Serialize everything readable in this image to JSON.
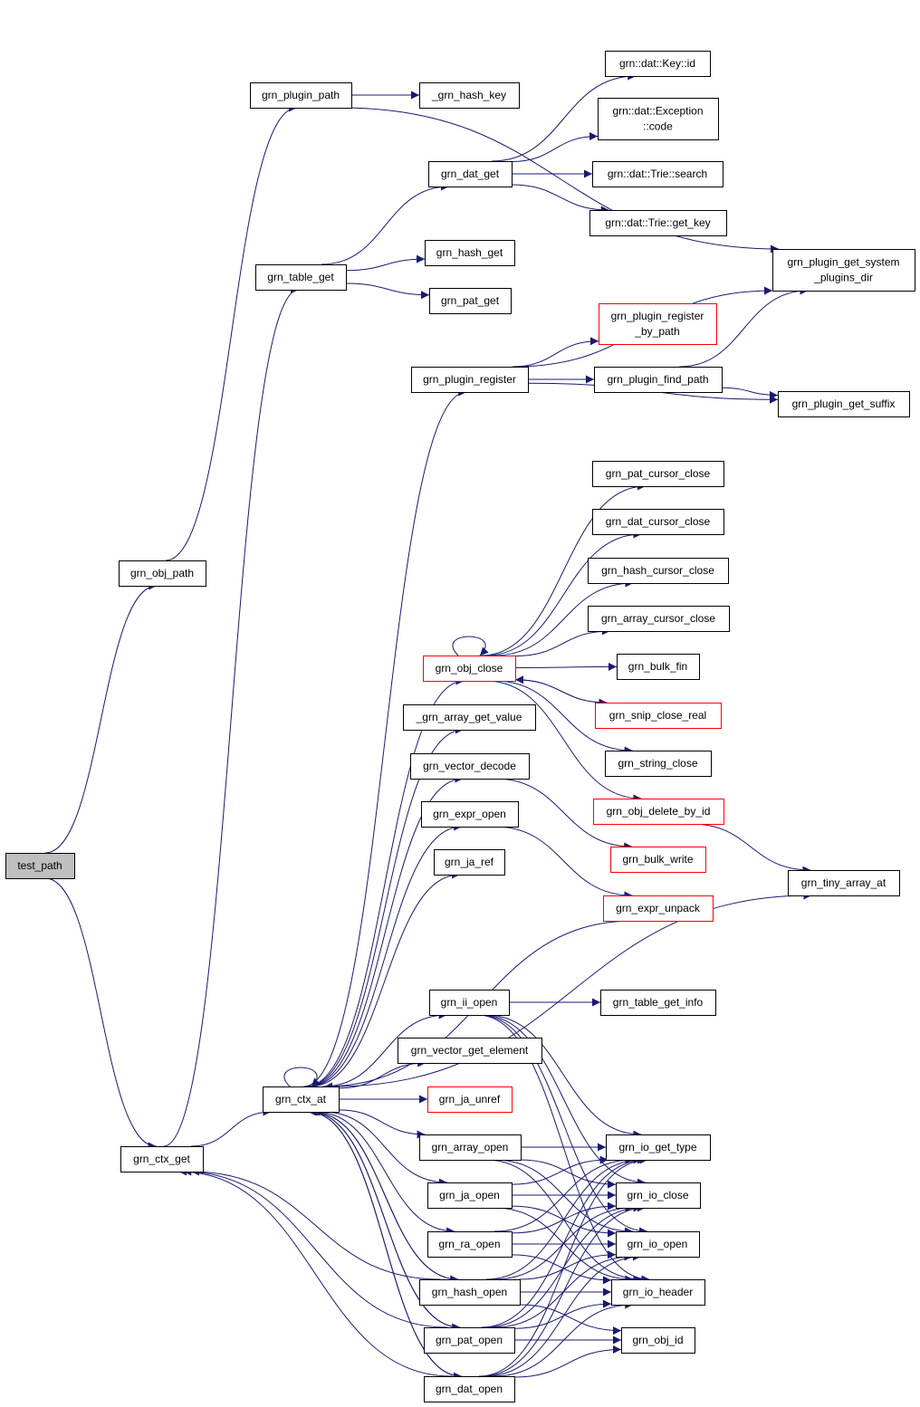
{
  "colors": {
    "edge": "#191970",
    "node_border": "#000000",
    "external_border": "#ff0000",
    "root_fill": "#bfbfbf",
    "background": "#ffffff"
  },
  "nodes": [
    {
      "id": "test_path",
      "lines": [
        "test_path"
      ],
      "root": true
    },
    {
      "id": "grn_obj_path",
      "lines": [
        "grn_obj_path"
      ]
    },
    {
      "id": "grn_ctx_get",
      "lines": [
        "grn_ctx_get"
      ]
    },
    {
      "id": "grn_plugin_path",
      "lines": [
        "grn_plugin_path"
      ]
    },
    {
      "id": "_grn_hash_key",
      "lines": [
        "_grn_hash_key"
      ]
    },
    {
      "id": "grn_table_get",
      "lines": [
        "grn_table_get"
      ]
    },
    {
      "id": "grn_ctx_at",
      "lines": [
        "grn_ctx_at"
      ]
    },
    {
      "id": "grn_dat_get",
      "lines": [
        "grn_dat_get"
      ]
    },
    {
      "id": "grn_hash_get",
      "lines": [
        "grn_hash_get"
      ]
    },
    {
      "id": "grn_pat_get",
      "lines": [
        "grn_pat_get"
      ]
    },
    {
      "id": "key_id",
      "lines": [
        "grn::dat::Key::id"
      ]
    },
    {
      "id": "exc_code",
      "lines": [
        "grn::dat::Exception",
        "::code"
      ]
    },
    {
      "id": "trie_search",
      "lines": [
        "grn::dat::Trie::search"
      ]
    },
    {
      "id": "trie_get_key",
      "lines": [
        "grn::dat::Trie::get_key"
      ]
    },
    {
      "id": "plugin_sys_dir",
      "lines": [
        "grn_plugin_get_system",
        "_plugins_dir"
      ]
    },
    {
      "id": "plugin_reg_by_path",
      "lines": [
        "grn_plugin_register",
        "_by_path"
      ],
      "external": true
    },
    {
      "id": "grn_plugin_register",
      "lines": [
        "grn_plugin_register"
      ]
    },
    {
      "id": "grn_plugin_find_path",
      "lines": [
        "grn_plugin_find_path"
      ]
    },
    {
      "id": "grn_plugin_get_suffix",
      "lines": [
        "grn_plugin_get_suffix"
      ]
    },
    {
      "id": "pat_cursor_close",
      "lines": [
        "grn_pat_cursor_close"
      ]
    },
    {
      "id": "dat_cursor_close",
      "lines": [
        "grn_dat_cursor_close"
      ]
    },
    {
      "id": "hash_cursor_close",
      "lines": [
        "grn_hash_cursor_close"
      ]
    },
    {
      "id": "array_cursor_close",
      "lines": [
        "grn_array_cursor_close"
      ]
    },
    {
      "id": "grn_obj_close",
      "lines": [
        "grn_obj_close"
      ],
      "external": true
    },
    {
      "id": "grn_bulk_fin",
      "lines": [
        "grn_bulk_fin"
      ]
    },
    {
      "id": "snip_close_real",
      "lines": [
        "grn_snip_close_real"
      ],
      "external": true
    },
    {
      "id": "string_close",
      "lines": [
        "grn_string_close"
      ]
    },
    {
      "id": "obj_delete_by_id",
      "lines": [
        "grn_obj_delete_by_id"
      ],
      "external": true
    },
    {
      "id": "bulk_write",
      "lines": [
        "grn_bulk_write"
      ],
      "external": true
    },
    {
      "id": "expr_unpack",
      "lines": [
        "grn_expr_unpack"
      ],
      "external": true
    },
    {
      "id": "tiny_array_at",
      "lines": [
        "grn_tiny_array_at"
      ]
    },
    {
      "id": "array_get_value",
      "lines": [
        "_grn_array_get_value"
      ]
    },
    {
      "id": "vector_decode",
      "lines": [
        "grn_vector_decode"
      ]
    },
    {
      "id": "expr_open",
      "lines": [
        "grn_expr_open"
      ]
    },
    {
      "id": "ja_ref",
      "lines": [
        "grn_ja_ref"
      ]
    },
    {
      "id": "ii_open",
      "lines": [
        "grn_ii_open"
      ]
    },
    {
      "id": "table_get_info",
      "lines": [
        "grn_table_get_info"
      ]
    },
    {
      "id": "vector_get_element",
      "lines": [
        "grn_vector_get_element"
      ]
    },
    {
      "id": "ja_unref",
      "lines": [
        "grn_ja_unref"
      ],
      "external": true
    },
    {
      "id": "array_open",
      "lines": [
        "grn_array_open"
      ]
    },
    {
      "id": "io_get_type",
      "lines": [
        "grn_io_get_type"
      ]
    },
    {
      "id": "ja_open",
      "lines": [
        "grn_ja_open"
      ]
    },
    {
      "id": "io_close",
      "lines": [
        "grn_io_close"
      ]
    },
    {
      "id": "ra_open",
      "lines": [
        "grn_ra_open"
      ]
    },
    {
      "id": "io_open",
      "lines": [
        "grn_io_open"
      ]
    },
    {
      "id": "hash_open",
      "lines": [
        "grn_hash_open"
      ]
    },
    {
      "id": "io_header",
      "lines": [
        "grn_io_header"
      ]
    },
    {
      "id": "pat_open",
      "lines": [
        "grn_pat_open"
      ]
    },
    {
      "id": "obj_id",
      "lines": [
        "grn_obj_id"
      ]
    },
    {
      "id": "dat_open",
      "lines": [
        "grn_dat_open"
      ]
    }
  ],
  "edges": [
    [
      "test_path",
      "grn_obj_path"
    ],
    [
      "test_path",
      "grn_ctx_get"
    ],
    [
      "grn_obj_path",
      "grn_plugin_path"
    ],
    [
      "grn_plugin_path",
      "_grn_hash_key"
    ],
    [
      "grn_plugin_path",
      "plugin_sys_dir"
    ],
    [
      "grn_ctx_get",
      "grn_table_get"
    ],
    [
      "grn_ctx_get",
      "grn_ctx_at"
    ],
    [
      "grn_table_get",
      "grn_dat_get"
    ],
    [
      "grn_table_get",
      "grn_hash_get"
    ],
    [
      "grn_table_get",
      "grn_pat_get"
    ],
    [
      "grn_dat_get",
      "key_id"
    ],
    [
      "grn_dat_get",
      "exc_code"
    ],
    [
      "grn_dat_get",
      "trie_search"
    ],
    [
      "grn_dat_get",
      "trie_get_key"
    ],
    [
      "grn_ctx_at",
      "grn_plugin_register"
    ],
    [
      "grn_plugin_register",
      "plugin_sys_dir"
    ],
    [
      "grn_plugin_register",
      "plugin_reg_by_path"
    ],
    [
      "grn_plugin_register",
      "grn_plugin_find_path"
    ],
    [
      "grn_plugin_register",
      "grn_plugin_get_suffix"
    ],
    [
      "grn_plugin_find_path",
      "plugin_sys_dir"
    ],
    [
      "grn_plugin_find_path",
      "grn_plugin_get_suffix"
    ],
    [
      "grn_ctx_at",
      "grn_ctx_at"
    ],
    [
      "grn_ctx_at",
      "grn_obj_close"
    ],
    [
      "grn_obj_close",
      "grn_obj_close"
    ],
    [
      "grn_obj_close",
      "pat_cursor_close"
    ],
    [
      "grn_obj_close",
      "dat_cursor_close"
    ],
    [
      "grn_obj_close",
      "hash_cursor_close"
    ],
    [
      "grn_obj_close",
      "array_cursor_close"
    ],
    [
      "grn_obj_close",
      "grn_bulk_fin"
    ],
    [
      "grn_obj_close",
      "snip_close_real"
    ],
    [
      "snip_close_real",
      "grn_obj_close"
    ],
    [
      "grn_obj_close",
      "string_close"
    ],
    [
      "grn_obj_close",
      "obj_delete_by_id"
    ],
    [
      "obj_delete_by_id",
      "tiny_array_at"
    ],
    [
      "grn_ctx_at",
      "array_get_value"
    ],
    [
      "grn_ctx_at",
      "vector_decode"
    ],
    [
      "vector_decode",
      "bulk_write"
    ],
    [
      "grn_ctx_at",
      "expr_open"
    ],
    [
      "expr_open",
      "expr_unpack"
    ],
    [
      "expr_unpack",
      "grn_ctx_at"
    ],
    [
      "grn_ctx_at",
      "ja_ref"
    ],
    [
      "grn_ctx_at",
      "tiny_array_at"
    ],
    [
      "grn_ctx_at",
      "ii_open"
    ],
    [
      "ii_open",
      "table_get_info"
    ],
    [
      "ii_open",
      "io_get_type"
    ],
    [
      "ii_open",
      "io_close"
    ],
    [
      "ii_open",
      "io_open"
    ],
    [
      "ii_open",
      "io_header"
    ],
    [
      "grn_ctx_at",
      "vector_get_element"
    ],
    [
      "grn_ctx_at",
      "ja_unref"
    ],
    [
      "grn_ctx_at",
      "array_open"
    ],
    [
      "array_open",
      "io_get_type"
    ],
    [
      "array_open",
      "io_close"
    ],
    [
      "array_open",
      "io_open"
    ],
    [
      "array_open",
      "io_header"
    ],
    [
      "grn_ctx_at",
      "ja_open"
    ],
    [
      "ja_open",
      "io_get_type"
    ],
    [
      "ja_open",
      "io_close"
    ],
    [
      "ja_open",
      "io_open"
    ],
    [
      "ja_open",
      "io_header"
    ],
    [
      "grn_ctx_at",
      "ra_open"
    ],
    [
      "ra_open",
      "io_get_type"
    ],
    [
      "ra_open",
      "io_close"
    ],
    [
      "ra_open",
      "io_open"
    ],
    [
      "ra_open",
      "io_header"
    ],
    [
      "grn_ctx_at",
      "hash_open"
    ],
    [
      "hash_open",
      "io_get_type"
    ],
    [
      "hash_open",
      "io_close"
    ],
    [
      "hash_open",
      "io_open"
    ],
    [
      "hash_open",
      "io_header"
    ],
    [
      "hash_open",
      "obj_id"
    ],
    [
      "hash_open",
      "grn_ctx_at"
    ],
    [
      "hash_open",
      "grn_ctx_get"
    ],
    [
      "grn_ctx_at",
      "pat_open"
    ],
    [
      "pat_open",
      "io_get_type"
    ],
    [
      "pat_open",
      "io_close"
    ],
    [
      "pat_open",
      "io_open"
    ],
    [
      "pat_open",
      "io_header"
    ],
    [
      "pat_open",
      "obj_id"
    ],
    [
      "pat_open",
      "grn_ctx_at"
    ],
    [
      "pat_open",
      "grn_ctx_get"
    ],
    [
      "grn_ctx_at",
      "dat_open"
    ],
    [
      "dat_open",
      "io_get_type"
    ],
    [
      "dat_open",
      "io_close"
    ],
    [
      "dat_open",
      "io_open"
    ],
    [
      "dat_open",
      "io_header"
    ],
    [
      "dat_open",
      "obj_id"
    ],
    [
      "dat_open",
      "grn_ctx_at"
    ],
    [
      "dat_open",
      "grn_ctx_get"
    ]
  ]
}
